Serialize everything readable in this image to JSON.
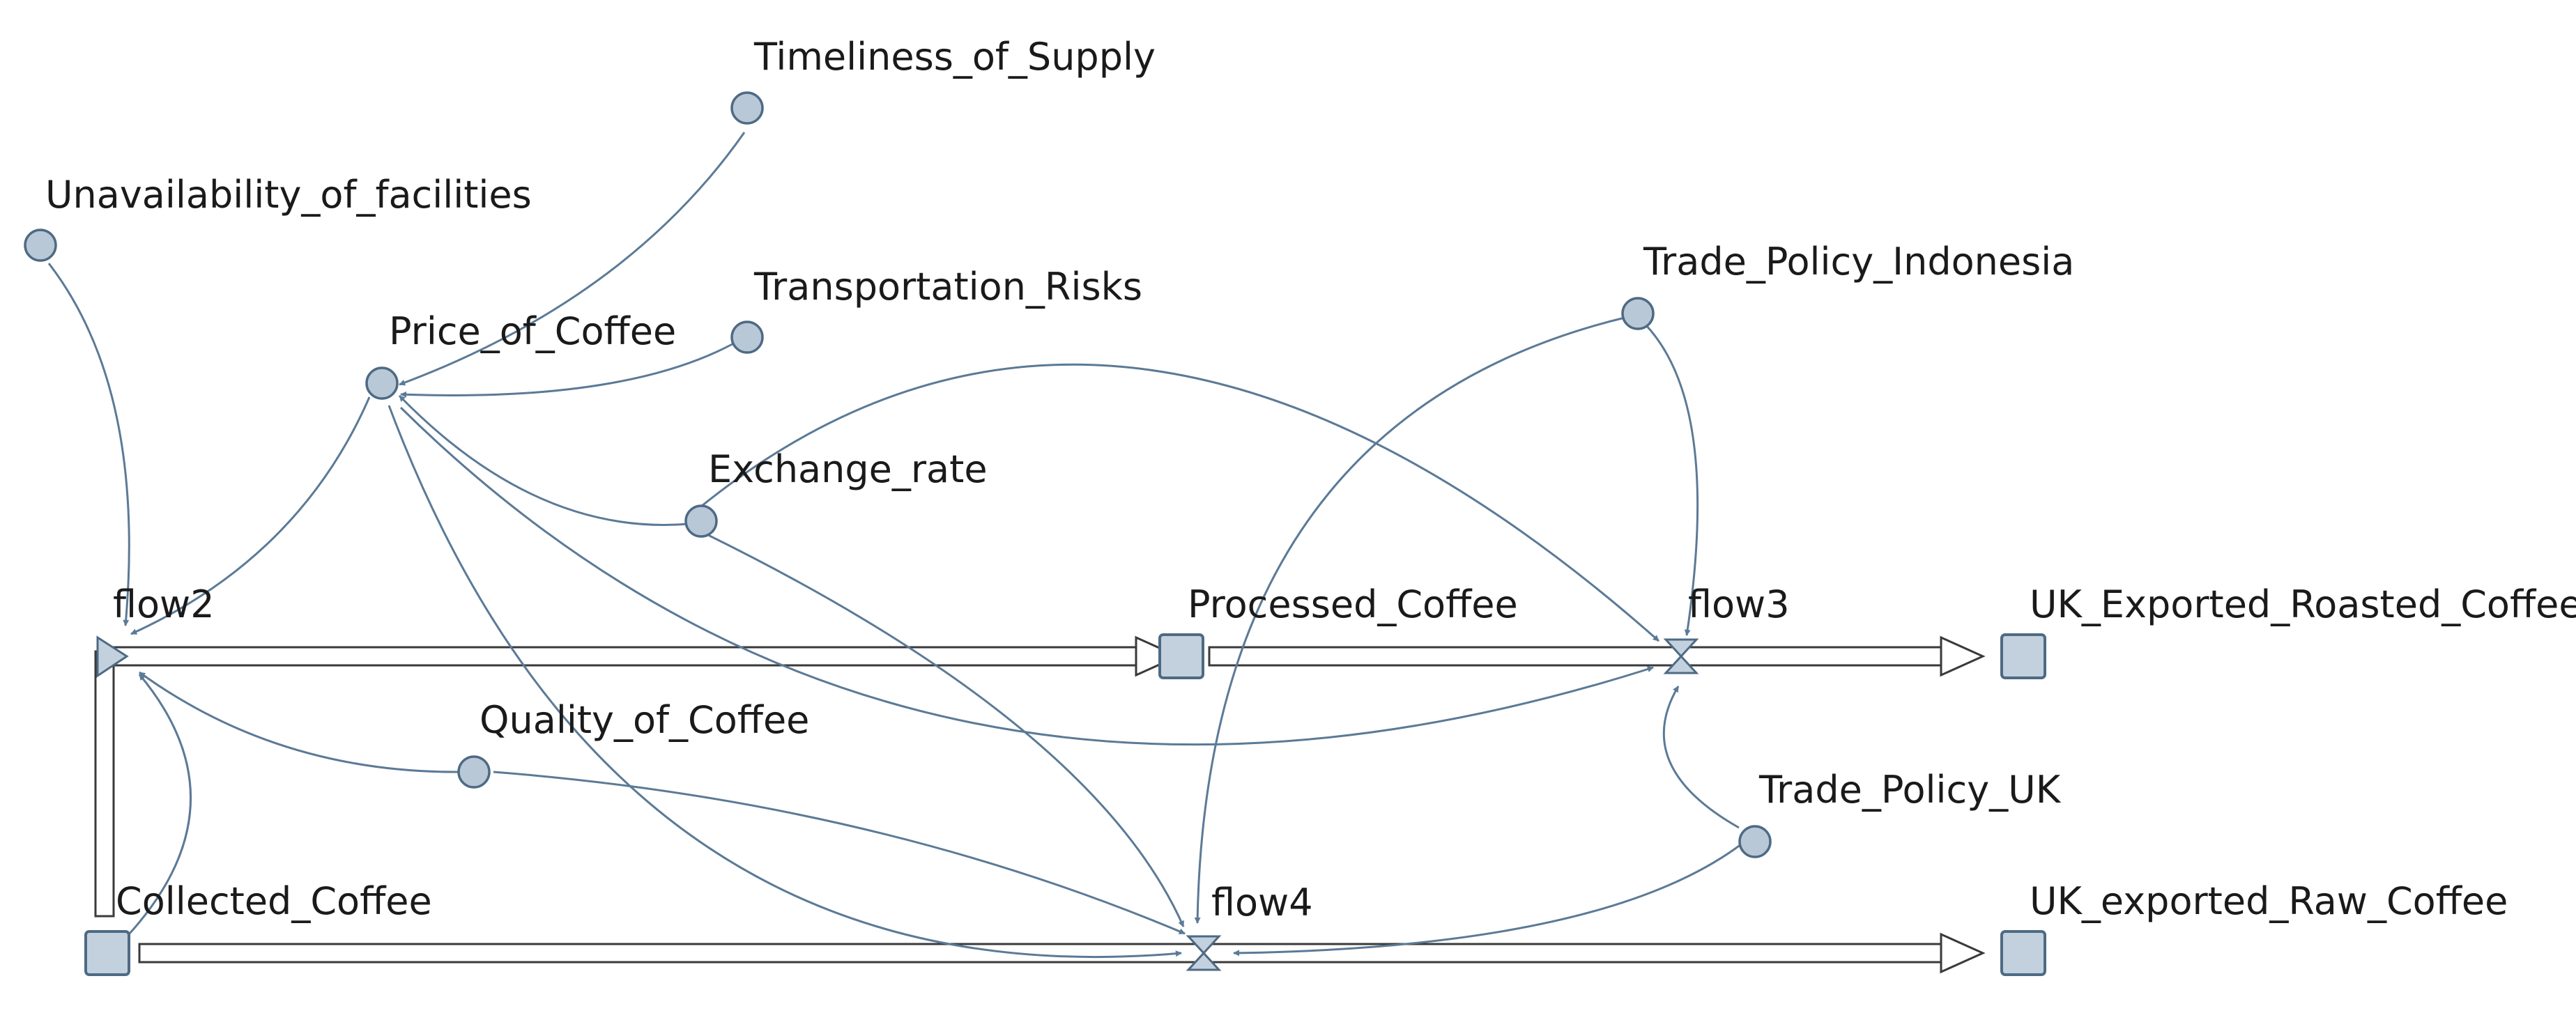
{
  "diagram": {
    "stocks": {
      "collected": "Collected_Coffee",
      "processed": "Processed_Coffee",
      "roasted": "UK_Exported_Roasted_Coffee",
      "raw": "UK_exported_Raw_Coffee"
    },
    "flows": {
      "flow2": "flow2",
      "flow3": "flow3",
      "flow4": "flow4"
    },
    "auxiliaries": {
      "timeliness": "Timeliness_of_Supply",
      "unavailability": "Unavailability_of_facilities",
      "price": "Price_of_Coffee",
      "transport": "Transportation_Risks",
      "exchange": "Exchange_rate",
      "quality": "Quality_of_Coffee",
      "tp_indonesia": "Trade_Policy_Indonesia",
      "tp_uk": "Trade_Policy_UK"
    },
    "connections": [
      {
        "from": "Timeliness_of_Supply",
        "to": "Price_of_Coffee"
      },
      {
        "from": "Transportation_Risks",
        "to": "Price_of_Coffee"
      },
      {
        "from": "Exchange_rate",
        "to": "Price_of_Coffee"
      },
      {
        "from": "Unavailability_of_facilities",
        "to": "flow2"
      },
      {
        "from": "Price_of_Coffee",
        "to": "flow2"
      },
      {
        "from": "Quality_of_Coffee",
        "to": "flow2"
      },
      {
        "from": "Collected_Coffee",
        "to": "flow2"
      },
      {
        "from": "Price_of_Coffee",
        "to": "flow3"
      },
      {
        "from": "Exchange_rate",
        "to": "flow3"
      },
      {
        "from": "Trade_Policy_Indonesia",
        "to": "flow3"
      },
      {
        "from": "Trade_Policy_UK",
        "to": "flow3"
      },
      {
        "from": "Price_of_Coffee",
        "to": "flow4"
      },
      {
        "from": "Exchange_rate",
        "to": "flow4"
      },
      {
        "from": "Quality_of_Coffee",
        "to": "flow4"
      },
      {
        "from": "Trade_Policy_Indonesia",
        "to": "flow4"
      },
      {
        "from": "Trade_Policy_UK",
        "to": "flow4"
      }
    ]
  }
}
